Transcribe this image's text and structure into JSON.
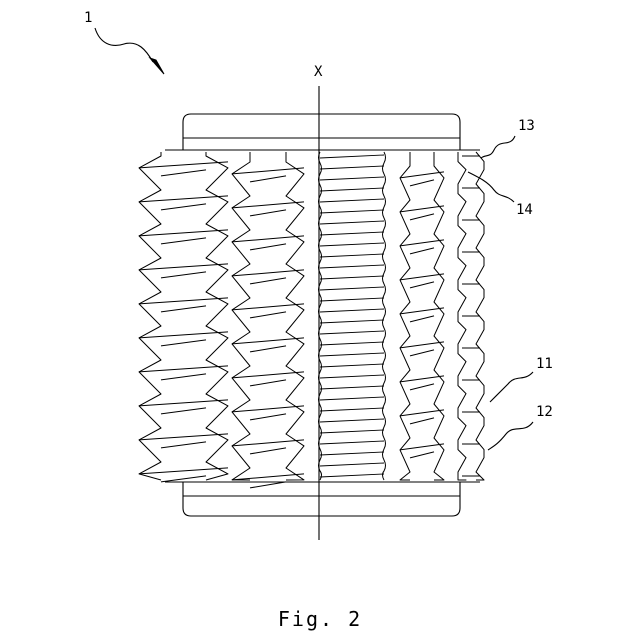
{
  "figure": {
    "caption": "Fig. 2",
    "axis_label": "X",
    "ref_labels": {
      "assembly": "1",
      "r11": "11",
      "r12": "12",
      "r13": "13",
      "r14": "14"
    }
  },
  "drawing": {
    "subject": "gear-hob cutter roll with helical tooth rows",
    "stroke_color": "#000000",
    "background": "#ffffff"
  }
}
